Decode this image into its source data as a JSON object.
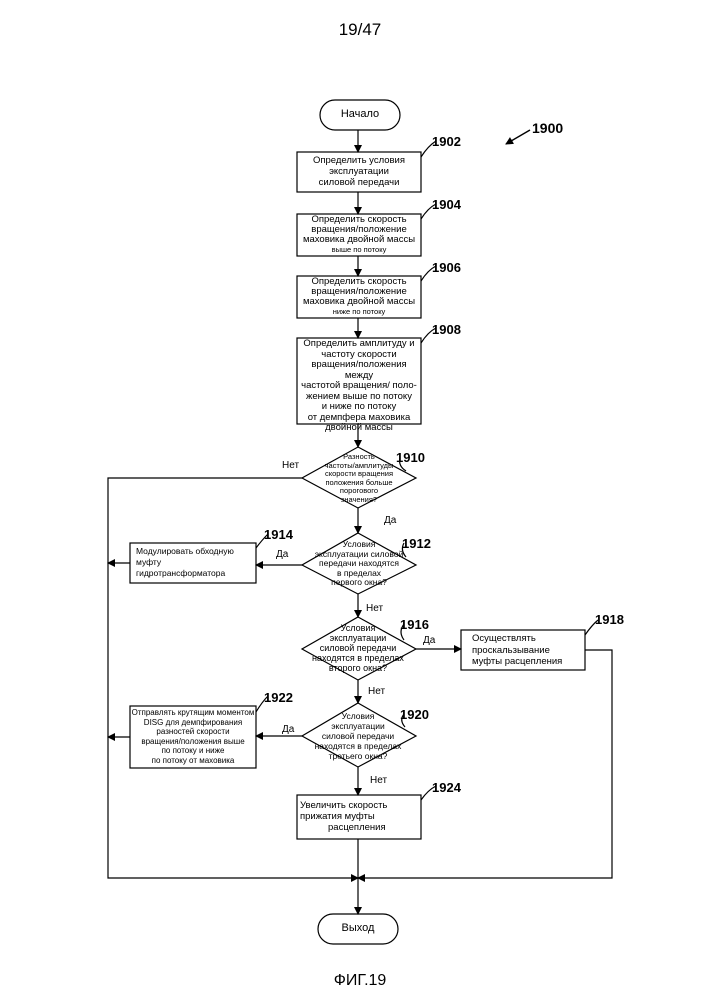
{
  "header": {
    "page_number": "19/47"
  },
  "figure": {
    "label": "1900",
    "caption": "ФИГ.19"
  },
  "nodes": {
    "start": {
      "text": "Начало"
    },
    "n1902": {
      "ref": "1902",
      "lines": [
        "Определить условия",
        "эксплуатации",
        "силовой передачи"
      ]
    },
    "n1904": {
      "ref": "1904",
      "lines": [
        "Определить  скорость",
        "вращения/положение",
        "маховика двойной массы",
        "выше по потоку"
      ]
    },
    "n1906": {
      "ref": "1906",
      "lines": [
        "Определить скорость",
        "вращения/положение",
        "маховика  двойной массы",
        "ниже по потоку"
      ]
    },
    "n1908": {
      "ref": "1908",
      "lines": [
        "Определить амплитуду и",
        "частоту скорости",
        "вращения/положения между",
        "частотой вращения/ поло-",
        "жением выше по потоку",
        "и ниже по потоку",
        "от демпфера маховика",
        "двойной массы"
      ]
    },
    "n1910": {
      "ref": "1910",
      "lines": [
        "Разность",
        "частоты/амплитуды",
        "скорости вращения",
        "положения больше",
        "порогового",
        "значения?"
      ]
    },
    "n1912": {
      "ref": "1912",
      "lines": [
        "Условия",
        "эксплуатации силовой",
        "передачи находятся",
        "в пределах",
        "первого окна?"
      ]
    },
    "n1914": {
      "ref": "1914",
      "lines": [
        "Модулировать обходную",
        "муфту",
        "гидротрансформатора"
      ]
    },
    "n1916": {
      "ref": "1916",
      "lines": [
        "Условия",
        "эксплуатации",
        "силовой передачи",
        "находятся в пределах",
        "второго окна?"
      ]
    },
    "n1918": {
      "ref": "1918",
      "lines": [
        "Осуществлять",
        "проскальзывание",
        "муфты расцепления"
      ]
    },
    "n1920": {
      "ref": "1920",
      "lines": [
        "Условия",
        "эксплуатации",
        "силовой передачи",
        "находятся в пределах",
        "третьего окна?"
      ]
    },
    "n1922": {
      "ref": "1922",
      "lines": [
        "Отправлять крутящим моментом",
        "DISG для демпфирования",
        "разностей скорости",
        "вращения/положения выше",
        "по потоку и ниже",
        "по потоку от маховика"
      ]
    },
    "n1924": {
      "ref": "1924",
      "lines": [
        "Увеличить скорость",
        "прижатия муфты",
        "расцепления"
      ]
    },
    "end": {
      "text": "Выход"
    }
  },
  "edges": {
    "no_1910": "Нет",
    "yes_1910": "Да",
    "yes_1912": "Да",
    "no_1912": "Нет",
    "yes_1916": "Да",
    "no_1916": "Нет",
    "yes_1920": "Да",
    "no_1920": "Нет"
  }
}
